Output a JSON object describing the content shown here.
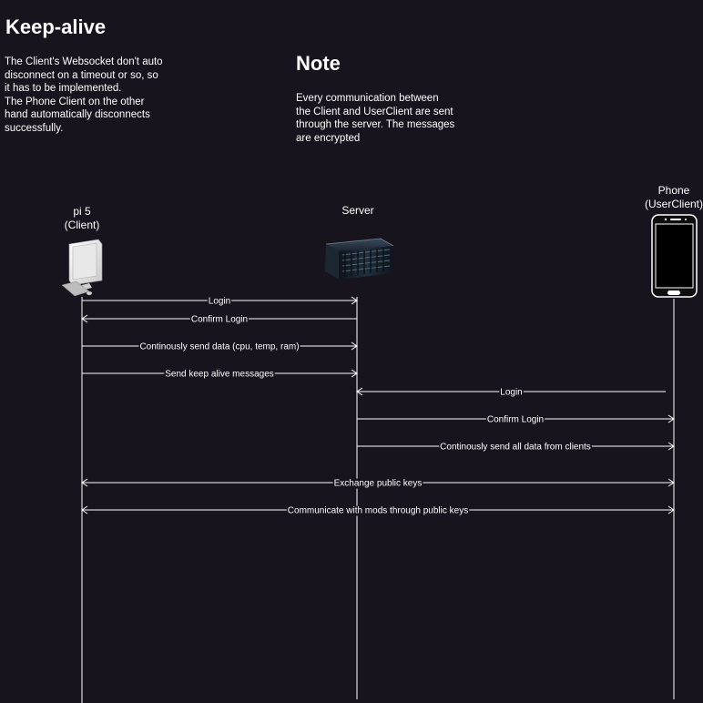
{
  "keepalive": {
    "title": "Keep-alive",
    "lines": [
      "The Client's Websocket don't auto",
      "disconnect on a timeout or so, so",
      "it has to be implemented.",
      "The Phone Client on the other",
      "hand automatically disconnects",
      "successfully."
    ]
  },
  "note": {
    "title": "Note",
    "lines": [
      "Every communication between",
      "the Client and UserClient are sent",
      "through the server. The messages",
      "are encrypted"
    ]
  },
  "actors": {
    "client": {
      "name": "pi 5",
      "role": "(Client)",
      "icon": "desktop-computer-icon"
    },
    "server": {
      "name": "Server",
      "icon": "server-icon"
    },
    "phone": {
      "name": "Phone",
      "role": "(UserClient)",
      "icon": "smartphone-icon"
    }
  },
  "messages": [
    {
      "label": "Login",
      "from": "client",
      "to": "server"
    },
    {
      "label": "Confirm Login",
      "from": "server",
      "to": "client"
    },
    {
      "label": "Continously send data (cpu, temp, ram)",
      "from": "client",
      "to": "server"
    },
    {
      "label": "Send keep alive messages",
      "from": "client",
      "to": "server"
    },
    {
      "label": "Login",
      "from": "phone",
      "to": "server"
    },
    {
      "label": "Confirm Login",
      "from": "server",
      "to": "phone"
    },
    {
      "label": "Continously send all data from clients",
      "from": "server",
      "to": "phone"
    },
    {
      "label": "Exchange public keys",
      "from": "client",
      "to": "phone",
      "bidirectional": true
    },
    {
      "label": "Communicate with mods through public keys",
      "from": "client",
      "to": "phone",
      "bidirectional": true
    }
  ]
}
